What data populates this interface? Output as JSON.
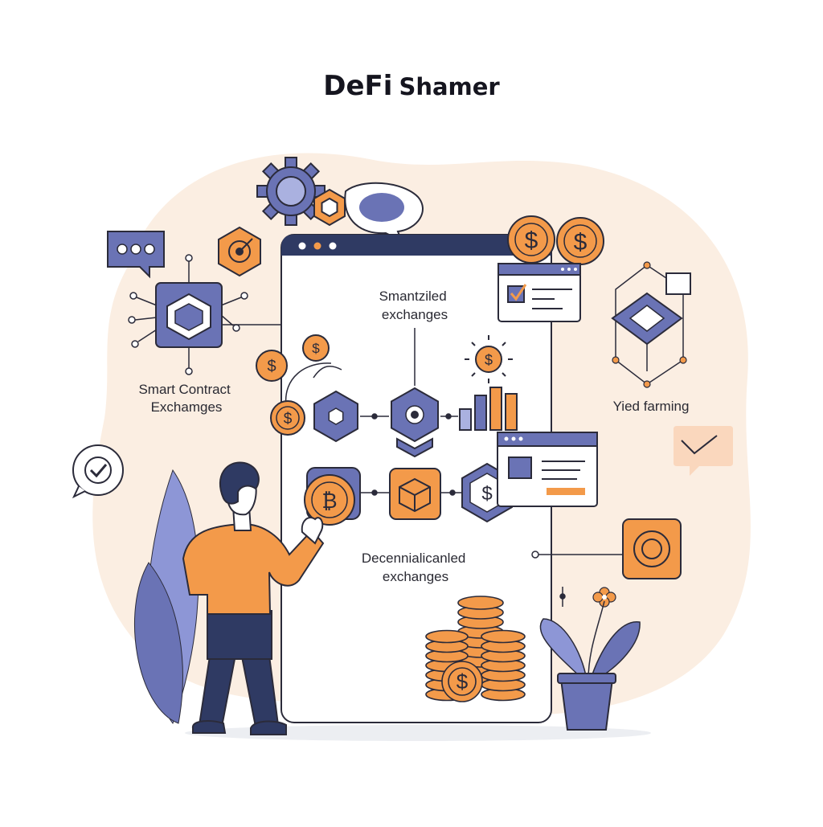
{
  "title": {
    "part1": "DeFi",
    "part2": "Shamer"
  },
  "labels": {
    "smart_contract": [
      "Smart Contract",
      "Exchamges"
    ],
    "centralized": [
      "Smantziled",
      "exchanges"
    ],
    "decentralized": [
      "Decennialicanled",
      "exchanges"
    ],
    "yield": "Yied farming"
  },
  "coin_glyphs": {
    "dollar": "$",
    "bitcoin": "₿"
  },
  "colors": {
    "navy": "#2f3a63",
    "indigo": "#6a73b5",
    "indigo_light": "#9aa2d9",
    "orange": "#f39a4a",
    "orange_dark": "#e07d26",
    "peach_bg": "#fbeee2",
    "outline": "#2b2b3a"
  },
  "icons": [
    "gear-icon",
    "hexagon-icon",
    "chat-bubble-icon",
    "target-icon",
    "cube-icon",
    "checkmark-icon",
    "coin-icon",
    "bar-chart-icon",
    "browser-window-icon",
    "plant-icon",
    "person-figure"
  ]
}
